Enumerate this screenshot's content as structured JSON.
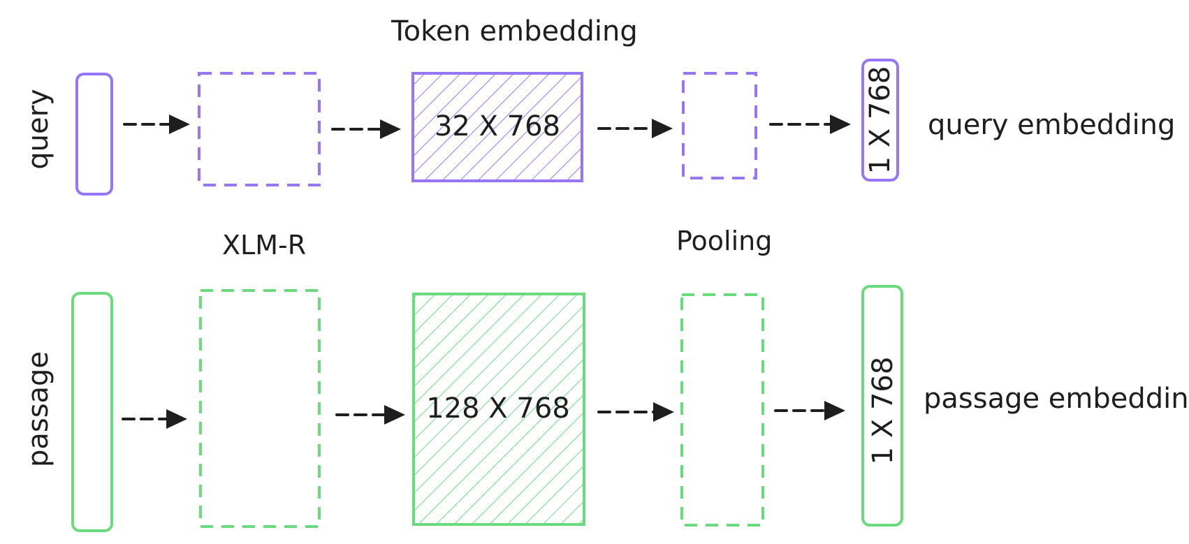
{
  "colors": {
    "query": "#9775fa",
    "passage": "#69db7c",
    "text": "#1e1e1e",
    "background": "#ffffff"
  },
  "labels": {
    "token_embedding": "Token embedding",
    "xlm_r": "XLM-R",
    "pooling": "Pooling"
  },
  "query_row": {
    "input_label": "query",
    "token_matrix": "32 X 768",
    "output_vector": "1 X 768",
    "output_label": "query embedding"
  },
  "passage_row": {
    "input_label": "passage",
    "token_matrix": "128 X 768",
    "output_vector": "1 X 768",
    "output_label": "passage embedding"
  }
}
